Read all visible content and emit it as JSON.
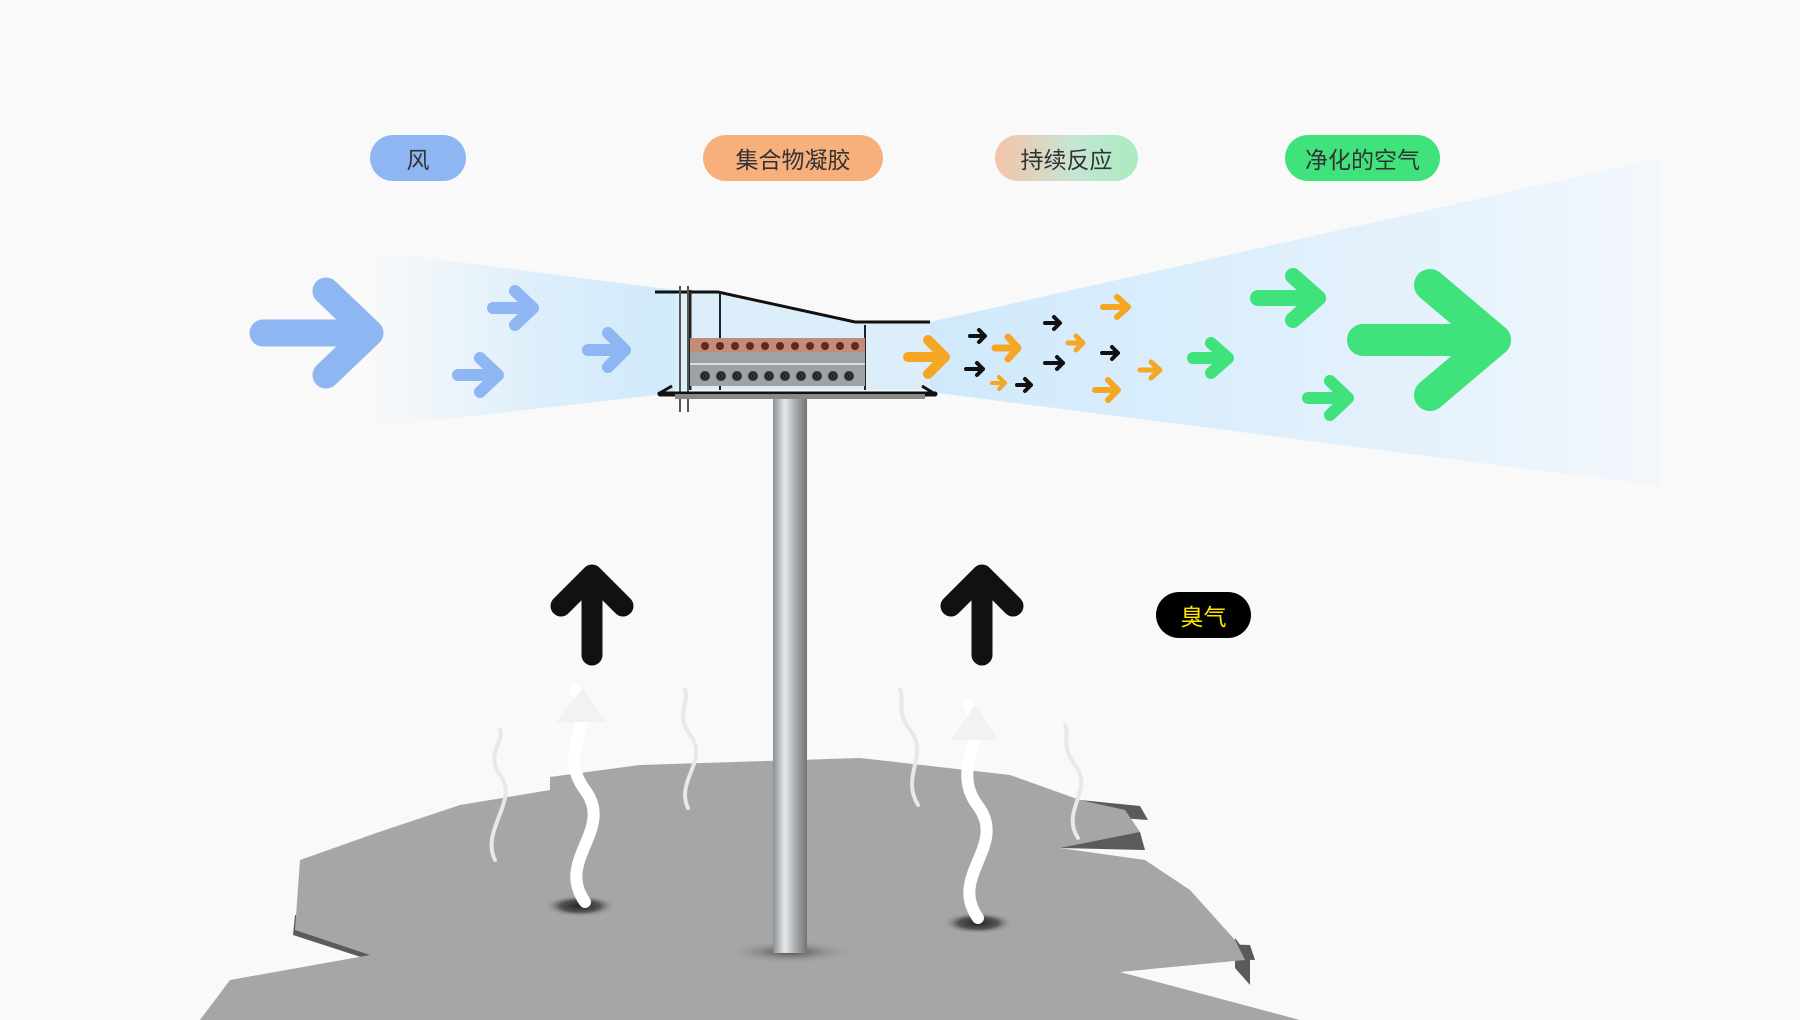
{
  "labels": {
    "wind": "风",
    "polymer_gel": "集合物凝胶",
    "continuous_reaction": "持续反应",
    "purified_air": "净化的空气",
    "odor": "臭气"
  },
  "colors": {
    "wind": "#8db6f2",
    "polymer_gel": "#f7b07c",
    "purified_air": "#3fe27b",
    "odor_pill": "#000000",
    "odor_text": "#ffe600",
    "reaction_arrow": "#f5a623",
    "ground": "#a6a6a6",
    "airflow_band": "#d6ecfb"
  },
  "icons": {
    "wind_arrows": "arrow-right-icon",
    "reaction_arrows": "arrow-right-icon",
    "clean_arrows": "arrow-right-icon",
    "odor_rise": "arrow-up-icon",
    "odor_wisps": "wavy-smoke-icon"
  }
}
